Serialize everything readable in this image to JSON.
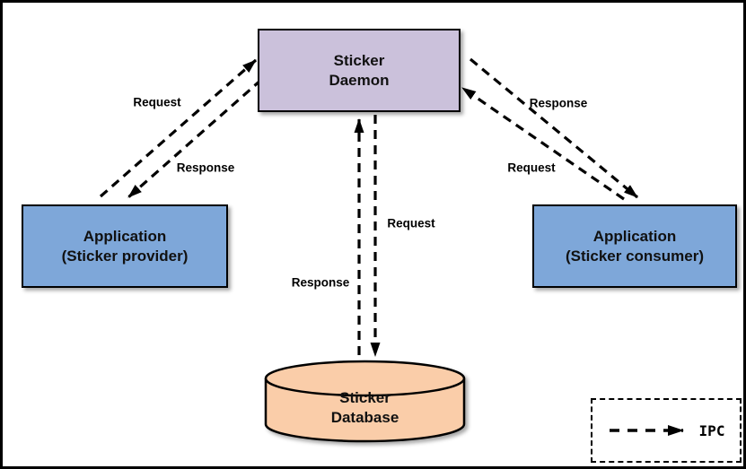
{
  "colors": {
    "daemon_fill": "#CBC1DB",
    "application_fill": "#7EA7D9",
    "database_fill": "#FACDA9",
    "line": "#000000",
    "background": "#FFFFFF"
  },
  "nodes": {
    "daemon": {
      "line1": "Sticker",
      "line2": "Daemon"
    },
    "provider": {
      "line1": "Application",
      "line2": "(Sticker provider)"
    },
    "consumer": {
      "line1": "Application",
      "line2": "(Sticker consumer)"
    },
    "database": {
      "line1": "Sticker",
      "line2": "Database"
    }
  },
  "edges": {
    "provider_request": "Request",
    "provider_response": "Response",
    "consumer_request": "Request",
    "consumer_response": "Response",
    "database_request": "Request",
    "database_response": "Response"
  },
  "legend": {
    "label": "IPC"
  }
}
